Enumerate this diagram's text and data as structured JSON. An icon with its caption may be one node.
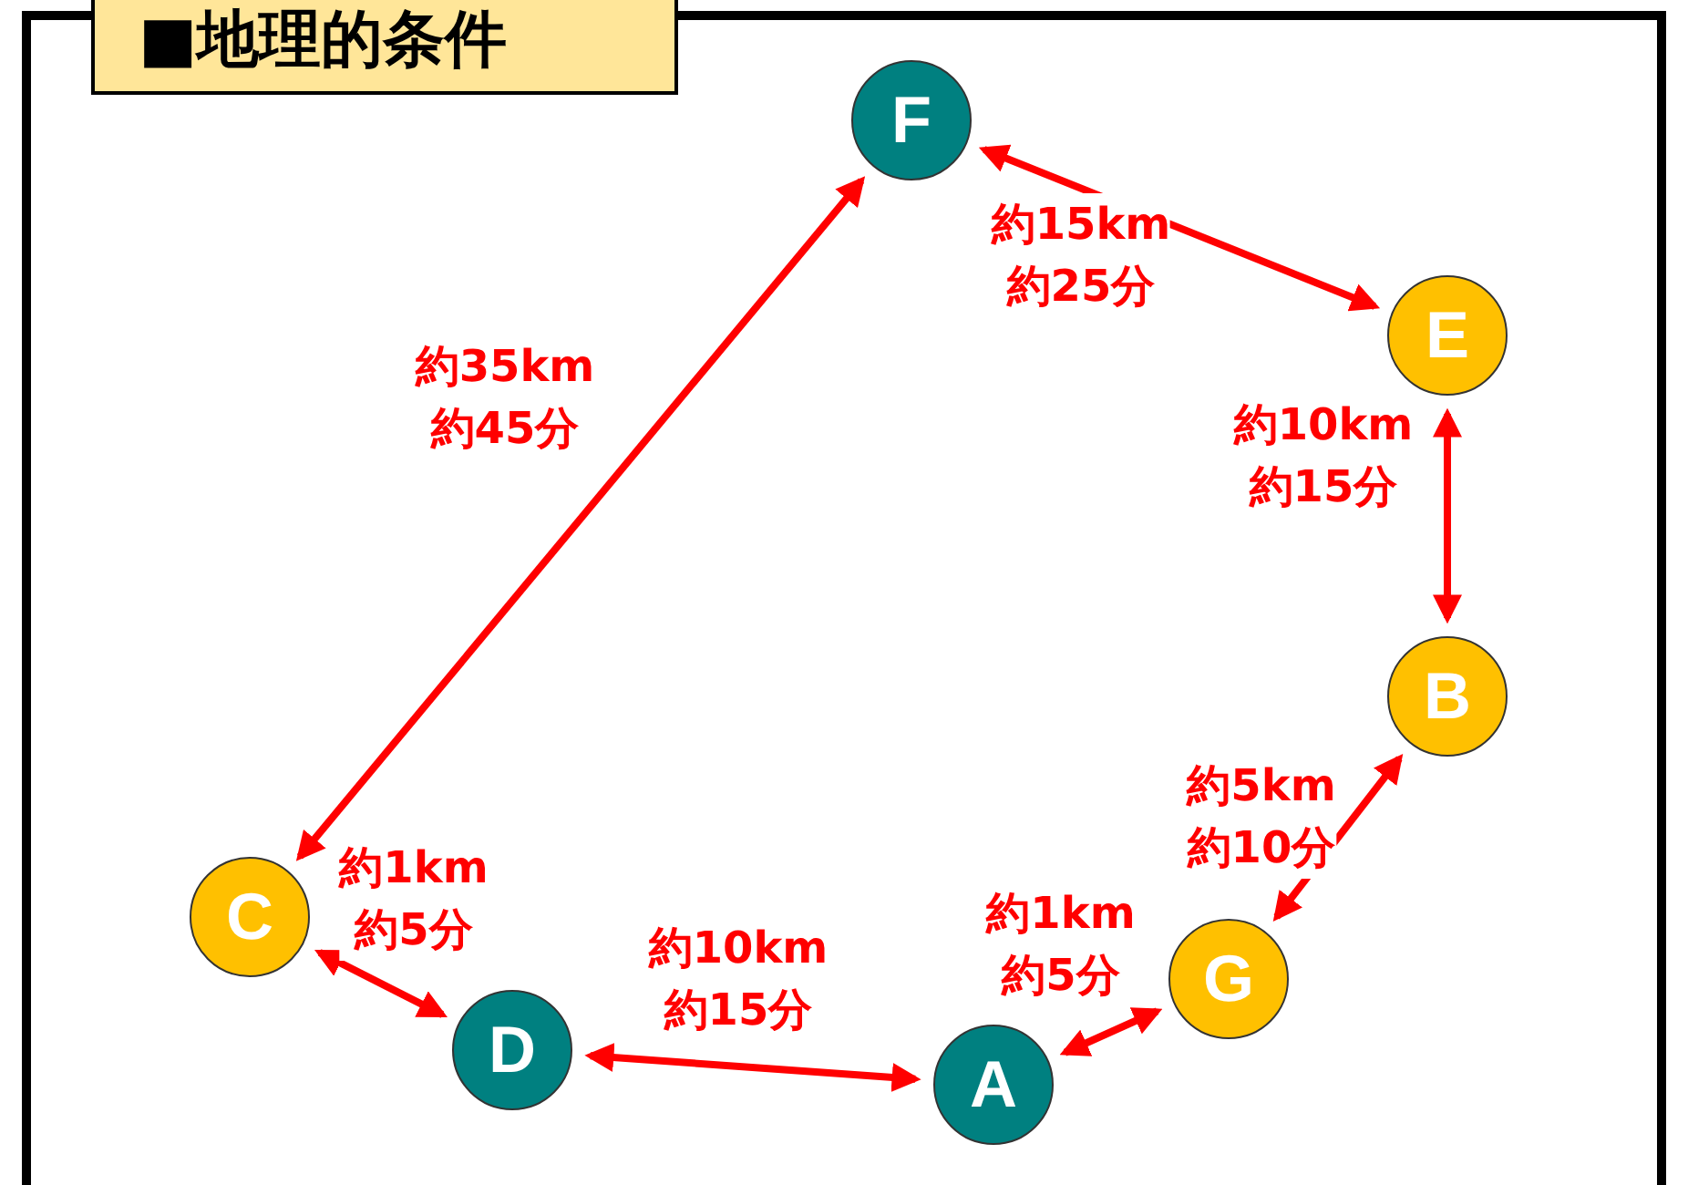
{
  "diagram": {
    "title": "■地理的条件",
    "nodes": [
      {
        "text": [
          "F"
        ]
      },
      {
        "text": [
          "E"
        ]
      },
      {
        "text": [
          "B"
        ]
      },
      {
        "text": [
          "G"
        ]
      },
      {
        "text": [
          "A"
        ]
      },
      {
        "text": [
          "D"
        ]
      },
      {
        "text": [
          "C"
        ]
      }
    ],
    "edges": [
      {
        "from": 0,
        "to": 1,
        "arrow": "both",
        "label": "約15km 約25分"
      },
      {
        "from": 1,
        "to": 2,
        "arrow": "both",
        "label": "約10km 約15分"
      },
      {
        "from": 2,
        "to": 3,
        "arrow": "both",
        "label": "約5km 約10分"
      },
      {
        "from": 3,
        "to": 4,
        "arrow": "both",
        "label": "約1km 約5分"
      },
      {
        "from": 5,
        "to": 4,
        "arrow": "both",
        "label": "約10km 約15分"
      },
      {
        "from": 6,
        "to": 5,
        "arrow": "both",
        "label": "約1km 約5分"
      },
      {
        "from": 6,
        "to": 0,
        "arrow": "both",
        "label": "約35km 約45分"
      }
    ]
  }
}
